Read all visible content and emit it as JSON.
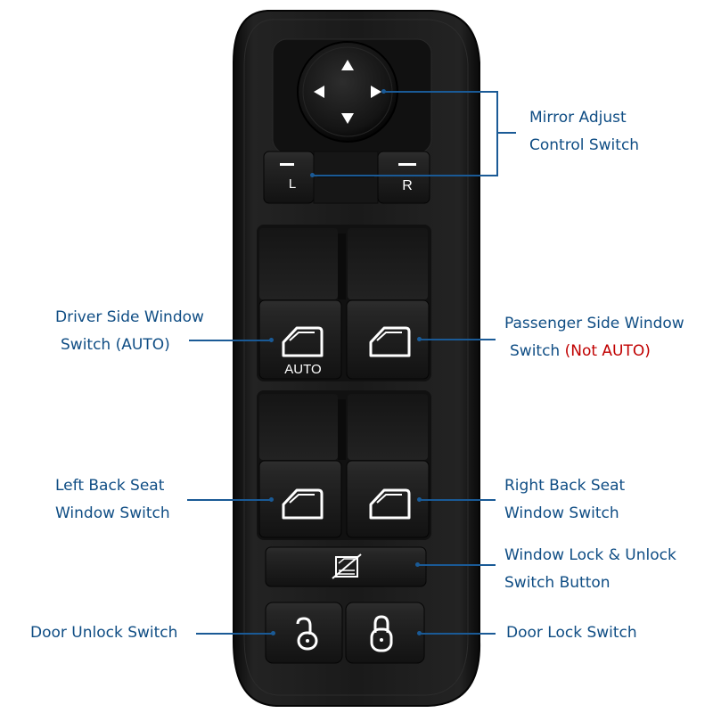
{
  "labels": {
    "mirror_line1": "Mirror Adjust",
    "mirror_line2": "Control Switch",
    "driver_line1": "Driver Side Window",
    "driver_line2": "Switch (AUTO)",
    "passenger_line1": "Passenger Side Window",
    "passenger_line2_prefix": "Switch ",
    "passenger_line2_note": "(Not AUTO)",
    "left_back_line1": "Left Back Seat",
    "left_back_line2": "Window Switch",
    "right_back_line1": "Right Back Seat",
    "right_back_line2": "Window Switch",
    "lock_line1": "Window Lock & Unlock",
    "lock_line2": "Switch Button",
    "door_unlock": "Door Unlock Switch",
    "door_lock": "Door Lock Switch"
  },
  "switch_text": {
    "left_mirror": "L",
    "right_mirror": "R",
    "auto": "AUTO"
  },
  "colors": {
    "label_text": "#0f4d84",
    "not_auto_text": "#c00000",
    "leader_line": "#1a5a96",
    "panel": "#1b1b1b"
  },
  "icons": {
    "mirror_knob": "four-arrow-joystick",
    "window": "window-outline-icon",
    "window_lock": "window-lockout-icon",
    "door_unlock": "unlocked-padlock-icon",
    "door_lock": "locked-padlock-icon"
  }
}
